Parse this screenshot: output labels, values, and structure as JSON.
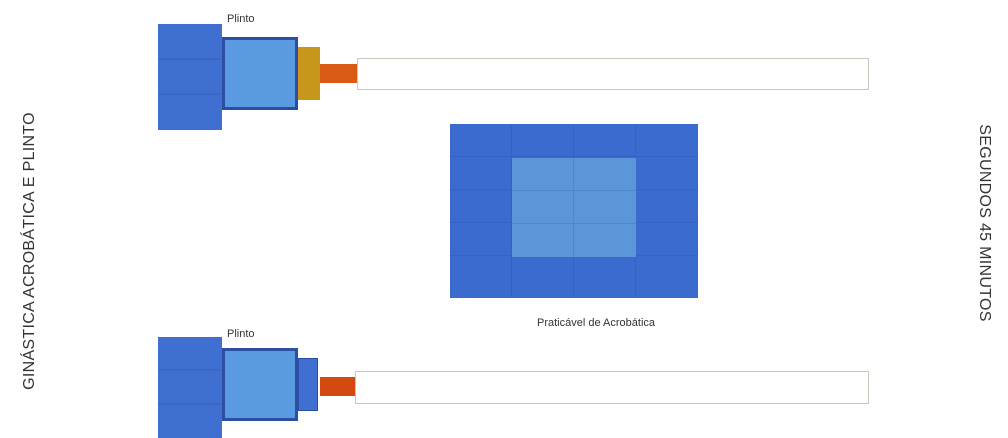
{
  "side_texts": {
    "left": "GINÁSTICA ACROBÁTICA E PLINTO",
    "right": "SEGUNDOS 45 MINUTOS"
  },
  "stations": {
    "top": {
      "label": "Plinto"
    },
    "bottom": {
      "label": "Plinto"
    }
  },
  "mat": {
    "label": "Praticável de Acrobática"
  },
  "colors": {
    "block_blue": "#3f6fd0",
    "inner_blue": "#5a9ae0",
    "springboard_gold": "#c8961a",
    "springboard_orange": "#d85a14",
    "runway_border": "#c8c8b8"
  }
}
